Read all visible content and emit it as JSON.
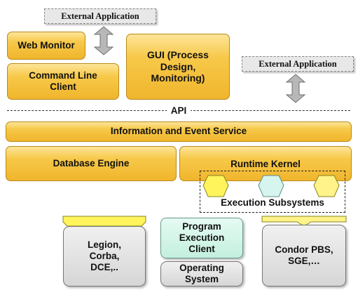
{
  "external_app_top": "External Application",
  "external_app_right": "External Application",
  "web_monitor": "Web Monitor",
  "command_line_client": "Command Line Client",
  "gui": "GUI (Process Design, Monitoring)",
  "api": "API",
  "info_event_service": "Information and Event Service",
  "database_engine": "Database Engine",
  "runtime_kernel": "Runtime Kernel",
  "execution_subsystems": "Execution Subsystems",
  "legion_box": "Legion, Corba, DCE,..",
  "program_execution_client": "Program Execution Client",
  "operating_system": "Operating System",
  "condor_box": "Condor PBS, SGE,…",
  "colors": {
    "orange": "#f7c94a",
    "yellow_tab": "#fff45c",
    "cyan_pentagon": "#d5f5ee",
    "gray_box": "#d6d6d6",
    "green_box": "#c3efde"
  }
}
